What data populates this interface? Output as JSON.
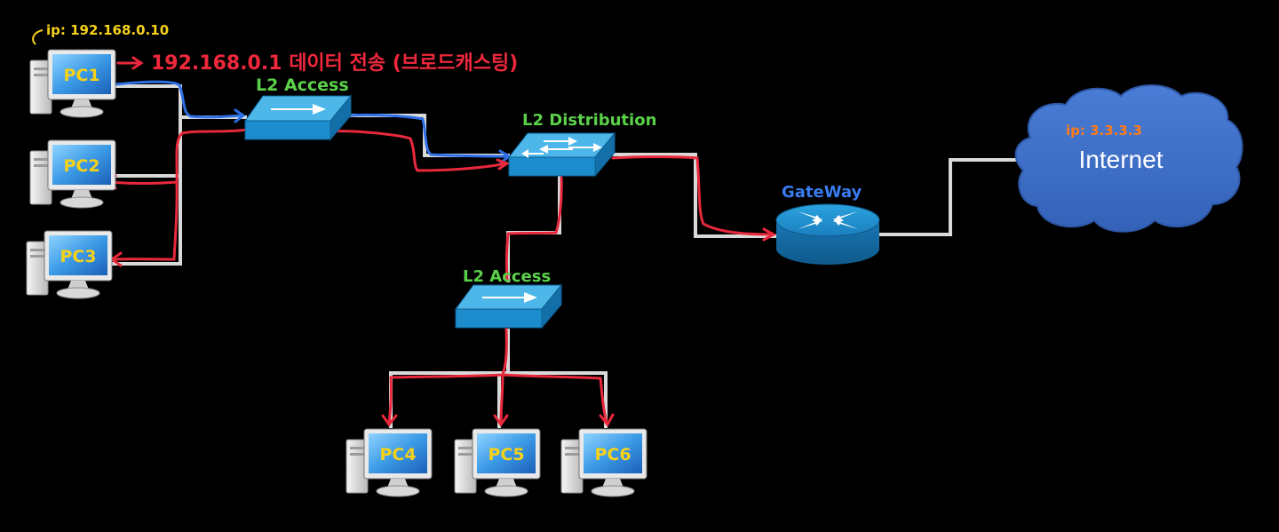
{
  "annotations": {
    "pc1_ip": "ip: 192.168.0.10",
    "broadcast_note": "192.168.0.1  데이터 전송 (브로드캐스팅)",
    "internet_ip": "ip: 3.3.3.3"
  },
  "devices": {
    "pc1": "PC1",
    "pc2": "PC2",
    "pc3": "PC3",
    "pc4": "PC4",
    "pc5": "PC5",
    "pc6": "PC6",
    "switch_access_top": "L2 Access",
    "switch_distribution": "L2 Distribution",
    "switch_access_bottom": "L2 Access",
    "gateway": "GateWay",
    "internet": "Internet"
  },
  "colors": {
    "background": "#000000",
    "link": "#d9d9d9",
    "request_path": "#2e6fe6",
    "broadcast_path": "#e8283c",
    "switch_body": "#1e9ad6",
    "cloud": "#3f6fc8",
    "label_green": "#5bd14a",
    "label_yellow": "#f5d11a",
    "label_red": "#f0283c",
    "label_blue": "#3a7cf0",
    "label_orange": "#ff7a1a"
  }
}
